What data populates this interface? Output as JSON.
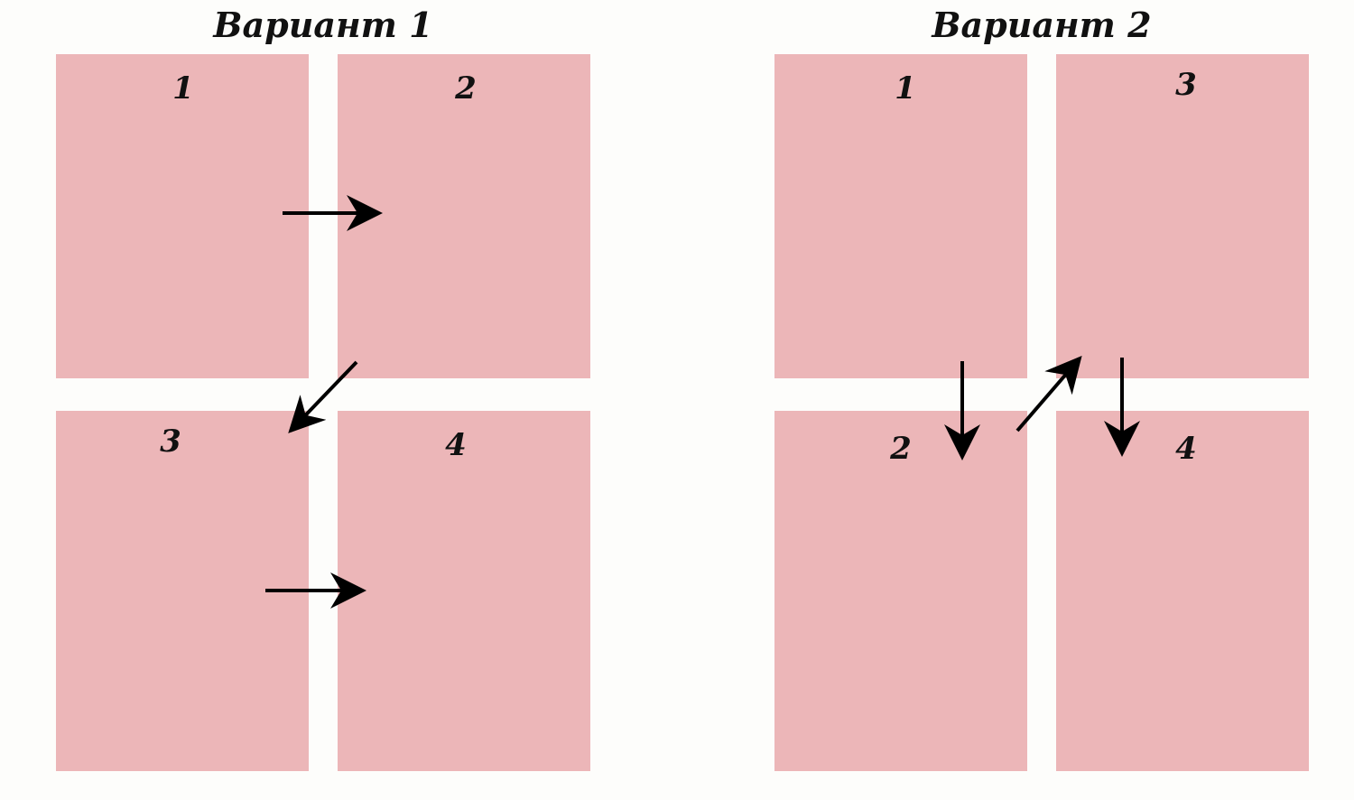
{
  "variants": [
    {
      "title": "Вариант 1",
      "panels": [
        "1",
        "2",
        "3",
        "4"
      ]
    },
    {
      "title": "Вариант 2",
      "panels": [
        "1",
        "3",
        "2",
        "4"
      ]
    }
  ],
  "colors": {
    "panel": "#ecb6b8",
    "arrow": "#000000",
    "background": "#fdfdfb"
  }
}
